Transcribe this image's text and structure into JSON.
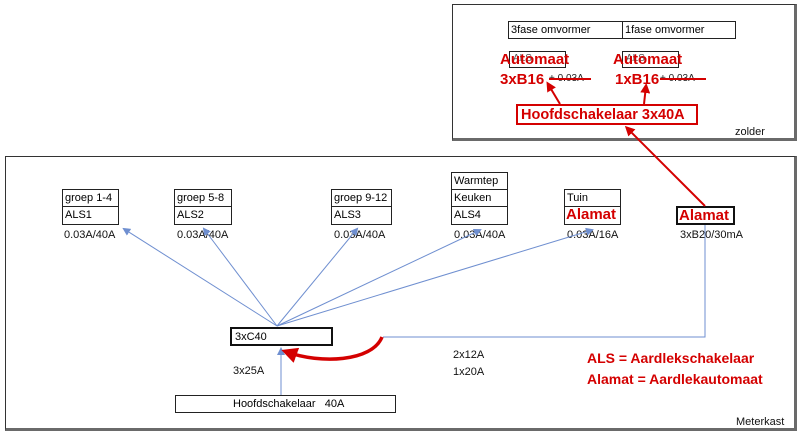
{
  "zolder": {
    "label": "zolder",
    "inverter_3fase": "3fase omvormer",
    "inverter_1fase": "1fase omvormer",
    "breaker_left": {
      "hidden_label": "ALS",
      "title": "Automaat",
      "rating": "3xB16",
      "struck_text": "+ 0.03A"
    },
    "breaker_right": {
      "hidden_label": "ALS",
      "title": "Automaat",
      "rating": "1xB16",
      "struck_text": "+ 0.03A"
    },
    "main_switch": "Hoofdschakelaar 3x40A"
  },
  "meterkast": {
    "label": "Meterkast",
    "groups": [
      {
        "rows": [
          "groep 1-4",
          "ALS1"
        ],
        "rating": "0.03A/40A"
      },
      {
        "rows": [
          "groep 5-8",
          "ALS2"
        ],
        "rating": "0.03A/40A"
      },
      {
        "rows": [
          "groep 9-12",
          "ALS3"
        ],
        "rating": "0.03A/40A"
      },
      {
        "rows": [
          "Warmtep",
          "Keuken",
          "ALS4"
        ],
        "rating": "0.03A/40A"
      },
      {
        "rows": [
          "Tuin",
          "Alamat"
        ],
        "rating": "0.03A/16A"
      }
    ],
    "solar_alamat": {
      "label": "Alamat",
      "rating": "3xB20/30mA"
    },
    "main_breaker": "3xC40",
    "main_switch": "Hoofdschakelaar   40A",
    "fuse_note": "3x25A",
    "cable_note_1": "2x12A",
    "cable_note_2": "1x20A"
  },
  "legend": {
    "line1": "ALS = Aardlekschakelaar",
    "line2": "Alamat = Aardlekautomaat"
  },
  "colors": {
    "annotation_red": "#d40000",
    "connector_blue": "#6f8fd0",
    "frame": "#333333"
  }
}
